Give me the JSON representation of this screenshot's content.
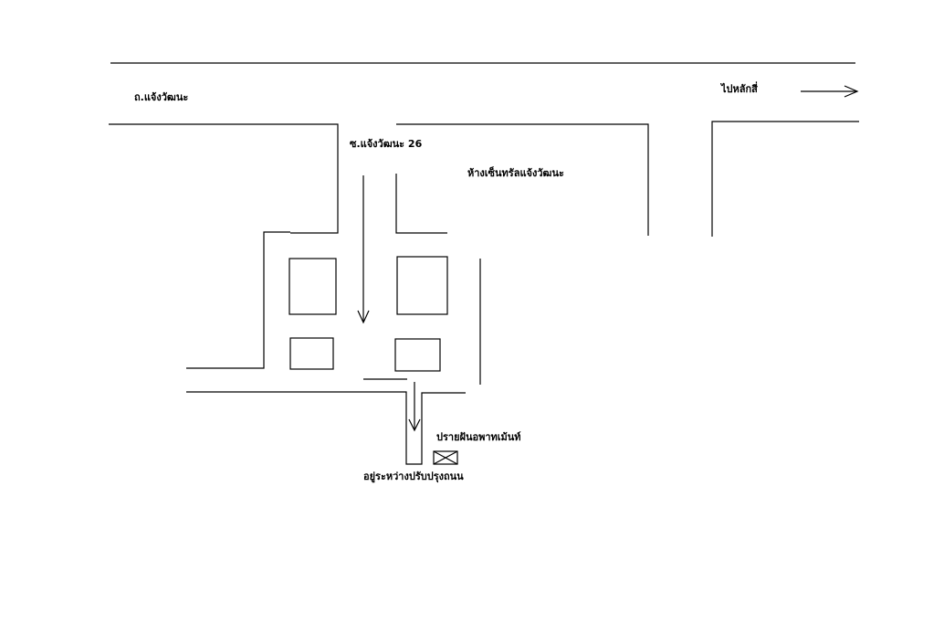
{
  "labels": {
    "main_road": "ถ.แจ้งวัฒนะ",
    "to_laksi": "ไปหลักสี่",
    "soi": "ซ.แจ้งวัฒนะ 26",
    "central": "ห้างเซ็นทรัลแจ้งวัฒนะ",
    "destination": "ปรายฝันอพาทเม้นท์",
    "note": "อยู่ระหว่างปรับปรุงถนน"
  },
  "colors": {
    "line": "#000000",
    "background": "#ffffff"
  },
  "icons": {
    "destination_marker": "envelope-icon",
    "direction": "arrow-icon"
  }
}
